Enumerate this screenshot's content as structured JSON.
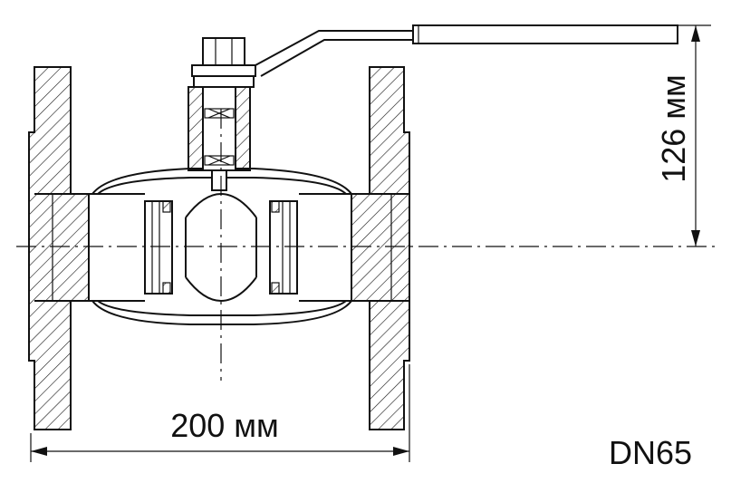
{
  "dimensions": {
    "length_label": "200 мм",
    "height_label": "126 мм"
  },
  "designation": "DN65",
  "colors": {
    "ink": "#111111",
    "background": "#ffffff"
  }
}
